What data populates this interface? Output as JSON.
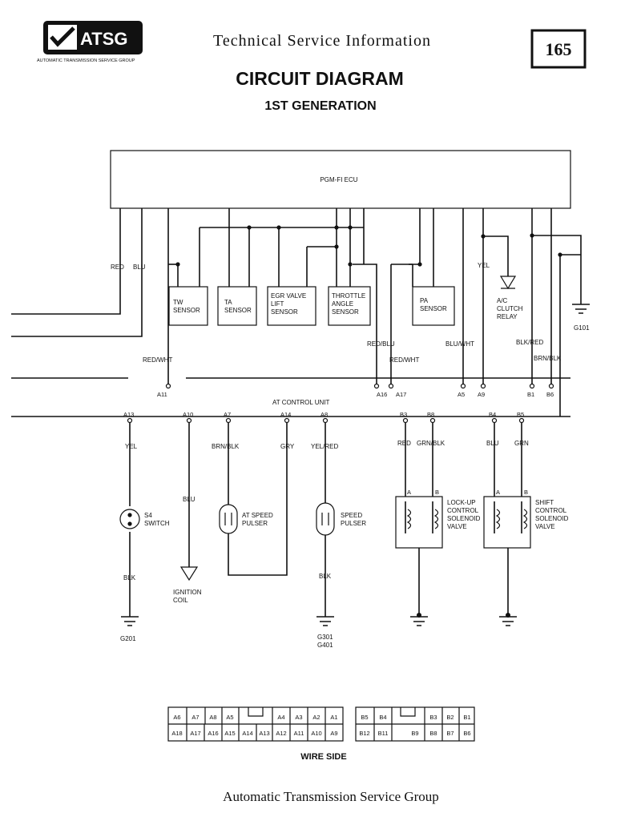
{
  "header": {
    "logo_text": "ATSG",
    "logo_subtext": "AUTOMATIC TRANSMISSION SERVICE GROUP",
    "publisher_line": "Technical Service Information",
    "page_number": "165",
    "title": "CIRCUIT DIAGRAM",
    "subtitle": "1ST GENERATION"
  },
  "ecu": {
    "label": "PGM-FI ECU"
  },
  "sensors": {
    "tw": [
      "TW",
      "SENSOR"
    ],
    "ta": [
      "TA",
      "SENSOR"
    ],
    "egr": [
      "EGR VALVE",
      "LIFT",
      "SENSOR"
    ],
    "throttle": [
      "THROTTLE",
      "ANGLE",
      "SENSOR"
    ],
    "pa": [
      "PA",
      "SENSOR"
    ],
    "ac": [
      "A/C",
      "CLUTCH",
      "RELAY"
    ]
  },
  "ground_top": "G101",
  "wires_upper": {
    "red": "RED",
    "blu": "BLU",
    "red_wht": "RED/WHT",
    "red_blu": "RED/BLU",
    "red_wht2": "RED/WHT",
    "yel": "YEL",
    "blu_wht": "BLU/WHT",
    "blk_red": "BLK/RED",
    "brn_blk": "BRN/BLK"
  },
  "pins_upper": {
    "a11": "A11",
    "a16": "A16",
    "a17": "A17",
    "a5": "A5",
    "a9": "A9",
    "b1": "B1",
    "b6": "B6"
  },
  "at_control_unit": "AT CONTROL UNIT",
  "pins_lower": {
    "a13": "A13",
    "a10": "A10",
    "a7": "A7",
    "a14": "A14",
    "a8": "A8",
    "b3": "B3",
    "b8": "B8",
    "b4": "B4",
    "b5": "B5"
  },
  "wires_lower": {
    "yel": "YEL",
    "blu": "BLU",
    "brn_blk": "BRN/BLK",
    "gry": "GRY",
    "yel_red": "YEL/RED",
    "red": "RED",
    "grn_blk": "GRN/BLK",
    "blu2": "BLU",
    "grn": "GRN",
    "blk1": "BLK",
    "blk2": "BLK"
  },
  "components": {
    "s4": [
      "S4",
      "SWITCH"
    ],
    "ignition": [
      "IGNITION",
      "COIL"
    ],
    "at_speed": [
      "AT SPEED",
      "PULSER"
    ],
    "speed": [
      "SPEED",
      "PULSER"
    ],
    "lockup": [
      "LOCK-UP",
      "CONTROL",
      "SOLENOID",
      "VALVE"
    ],
    "shift": [
      "SHIFT",
      "CONTROL",
      "SOLENOID",
      "VALVE"
    ],
    "a": "A",
    "b": "B"
  },
  "grounds": {
    "g201": "G201",
    "g301": "G301",
    "g401": "G401"
  },
  "connector_a": {
    "top": [
      "A6",
      "A7",
      "A8",
      "A5",
      "A4",
      "A3",
      "A2",
      "A1"
    ],
    "bottom": [
      "A18",
      "A17",
      "A16",
      "A15",
      "A14",
      "A13",
      "A12",
      "A11",
      "A10",
      "A9"
    ]
  },
  "connector_b": {
    "top": [
      "B5",
      "B4",
      "B3",
      "B2",
      "B1"
    ],
    "bottom": [
      "B12",
      "B11",
      "B9",
      "B8",
      "B7",
      "B6"
    ]
  },
  "wire_side": "WIRE SIDE",
  "footer": "Automatic Transmission Service Group"
}
